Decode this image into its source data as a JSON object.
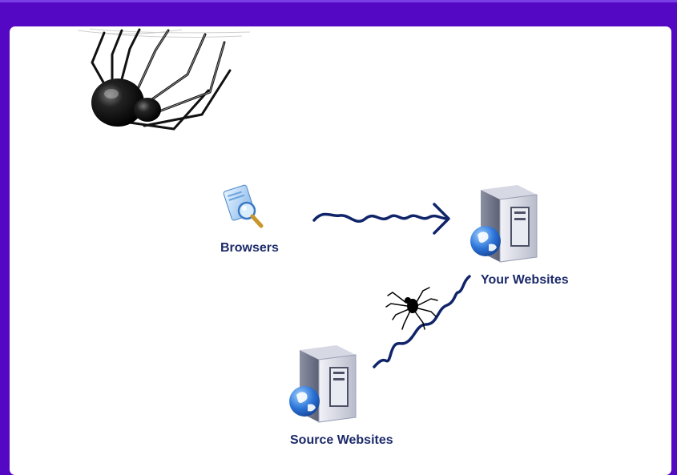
{
  "diagram": {
    "nodes": {
      "browsers": {
        "label": "Browsers",
        "icon": "browser-magnifier-icon"
      },
      "your_websites": {
        "label": "Your Websites",
        "icon": "server-globe-icon"
      },
      "source_websites": {
        "label": "Source Websites",
        "icon": "server-globe-icon"
      }
    },
    "edges": [
      {
        "from": "browsers",
        "to": "your_websites",
        "style": "wavy-arrow"
      },
      {
        "from": "source_websites",
        "to": "your_websites",
        "style": "wavy-line",
        "decoration": "spider-icon"
      }
    ],
    "colors": {
      "frame": "#5508c4",
      "panel": "#ffffff",
      "line": "#10246a",
      "label": "#1c2a6a"
    }
  }
}
